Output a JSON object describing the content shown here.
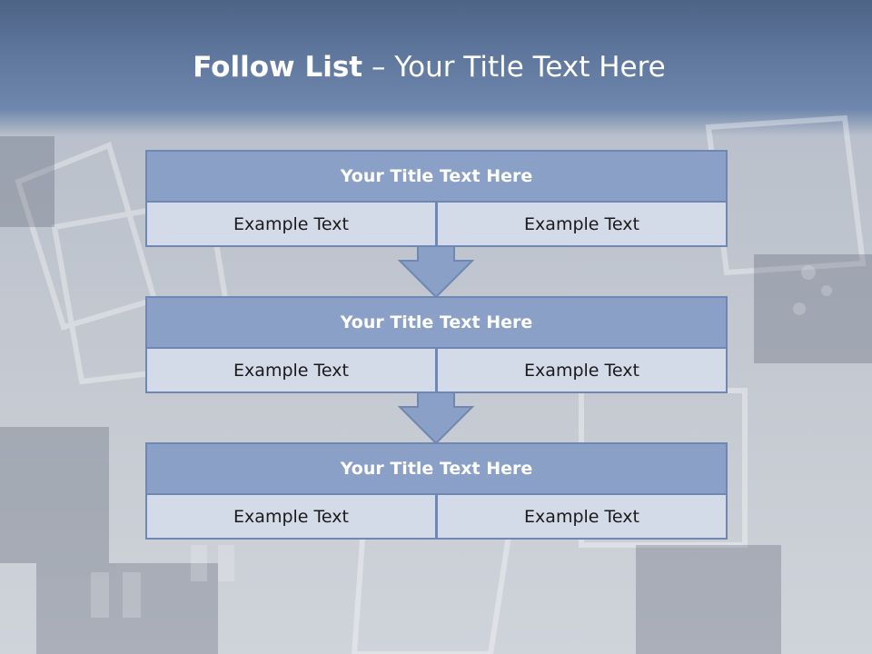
{
  "slide": {
    "title_bold": "Follow List",
    "title_rest": " – Your Title Text Here"
  },
  "blocks": [
    {
      "title": "Your Title Text Here",
      "left": "Example Text",
      "right": "Example Text"
    },
    {
      "title": "Your Title Text Here",
      "left": "Example Text",
      "right": "Example Text"
    },
    {
      "title": "Your Title Text Here",
      "left": "Example Text",
      "right": "Example Text"
    }
  ],
  "colors": {
    "header_band": "#5f779d",
    "block_title_fill": "#8ba0c6",
    "block_cell_fill": "#d3dbe8",
    "border": "#6f87b2"
  }
}
